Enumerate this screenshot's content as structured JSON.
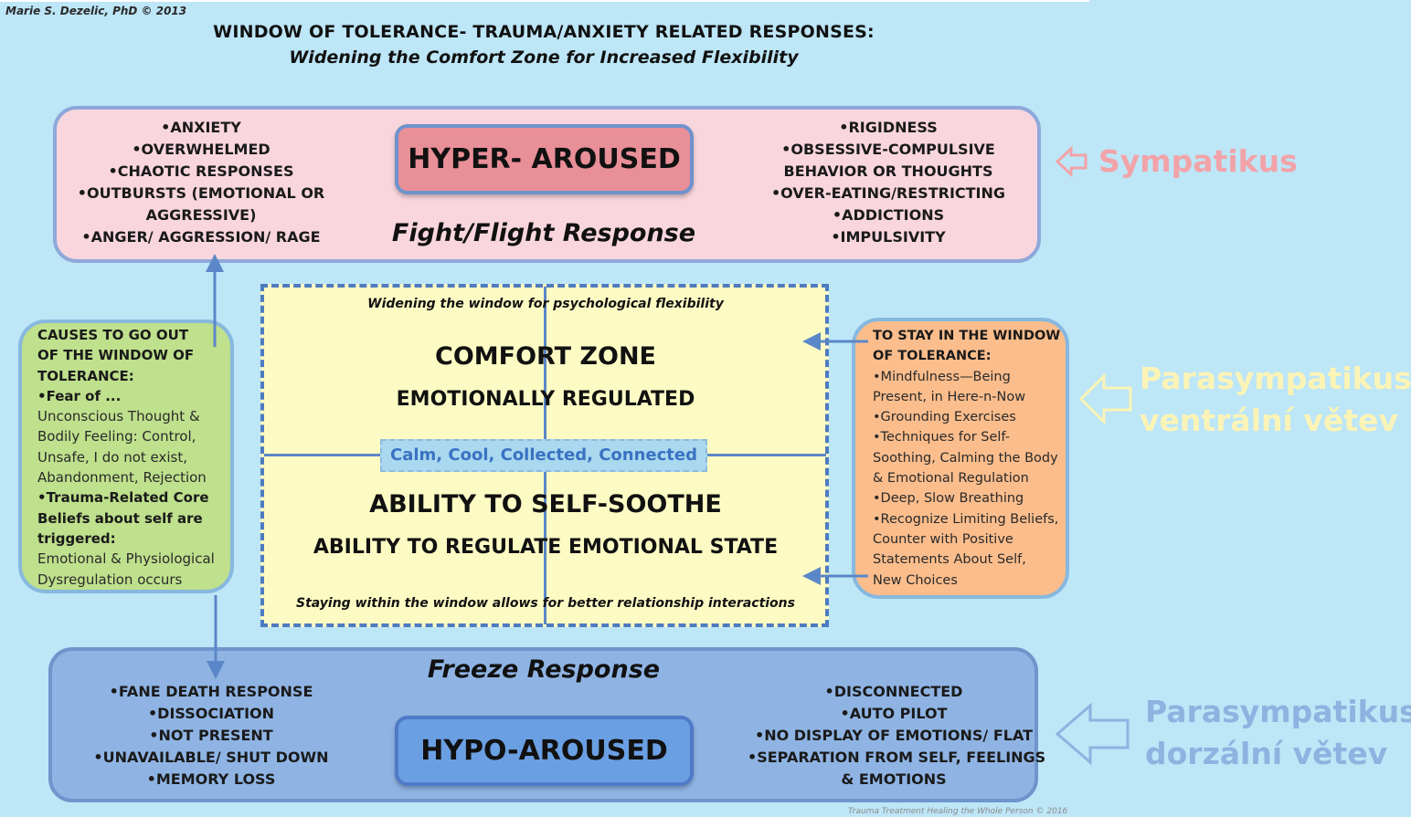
{
  "credit": "Marie S. Dezelic, PhD © 2013",
  "title": "WINDOW OF TOLERANCE- TRAUMA/ANXIETY RELATED RESPONSES:",
  "subtitle": "Widening the Comfort Zone for Increased Flexibility",
  "hyper": {
    "badge": "HYPER- AROUSED",
    "response": "Fight/Flight Response",
    "left_items": [
      "•ANXIETY",
      "•OVERWHELMED",
      "•CHAOTIC RESPONSES",
      "•OUTBURSTS (EMOTIONAL OR",
      "AGGRESSIVE)",
      "•ANGER/ AGGRESSION/ RAGE"
    ],
    "right_items": [
      "•RIGIDNESS",
      "•OBSESSIVE-COMPULSIVE",
      "BEHAVIOR OR THOUGHTS",
      "•OVER-EATING/RESTRICTING",
      "•ADDICTIONS",
      "•IMPULSIVITY"
    ]
  },
  "center": {
    "widening": "Widening the window for psychological flexibility",
    "comfort_zone": "COMFORT ZONE",
    "emotionally_regulated": "EMOTIONALLY REGULATED",
    "calm": "Calm, Cool, Collected, Connected",
    "self_soothe": "ABILITY TO SELF-SOOTHE",
    "regulate": "ABILITY TO REGULATE EMOTIONAL STATE",
    "staying": "Staying within the window allows for better relationship interactions"
  },
  "causes": {
    "heading": [
      "CAUSES TO GO OUT",
      "OF THE WINDOW OF",
      "TOLERANCE:"
    ],
    "fear": "•Fear of ...",
    "fear_lines": [
      "Unconscious Thought &",
      "Bodily Feeling: Control,",
      "Unsafe, I do not exist,",
      "Abandonment, Rejection"
    ],
    "core": [
      "•Trauma-Related Core",
      "Beliefs about self are",
      "triggered:"
    ],
    "core_lines": [
      "Emotional & Physiological",
      "Dysregulation occurs"
    ]
  },
  "stay": {
    "heading": [
      "TO STAY IN THE WINDOW",
      "OF TOLERANCE:"
    ],
    "lines": [
      "•Mindfulness—Being",
      "Present, in Here-n-Now",
      "•Grounding Exercises",
      "•Techniques for Self-",
      "Soothing, Calming the Body",
      "& Emotional Regulation",
      "•Deep, Slow Breathing",
      "•Recognize Limiting Beliefs,",
      "Counter with Positive",
      "Statements About Self,",
      "New Choices"
    ]
  },
  "hypo": {
    "badge": "HYPO-AROUSED",
    "response": "Freeze Response",
    "left_items": [
      "•FANE DEATH RESPONSE",
      "•DISSOCIATION",
      "•NOT PRESENT",
      "•UNAVAILABLE/ SHUT DOWN",
      "•MEMORY LOSS"
    ],
    "right_items": [
      "•DISCONNECTED",
      "•AUTO PILOT",
      "•NO DISPLAY OF EMOTIONS/ FLAT",
      "•SEPARATION FROM SELF, FEELINGS",
      "& EMOTIONS"
    ]
  },
  "labels": {
    "sympatikus": "Sympatikus",
    "ventral": [
      "Parasympatikus",
      "ventrální větev"
    ],
    "dorsal": [
      "Parasympatikus",
      "dorzální větev"
    ]
  },
  "footer": "Trauma Treatment Healing the Whole Person © 2016",
  "colors": {
    "background": "#bde6f7",
    "hyper_panel": "#f9d6de",
    "hyper_badge": "#e88f98",
    "hypo_panel": "#8fb4e4",
    "hypo_badge": "#6a9fe3",
    "causes_panel": "#bfe08c",
    "stay_panel": "#fbbd8c",
    "center_panel": "#fdfbc4",
    "sympatikus": "#f2a3a8",
    "ventral": "#fcf4b6",
    "dorsal": "#8fb3e0"
  }
}
